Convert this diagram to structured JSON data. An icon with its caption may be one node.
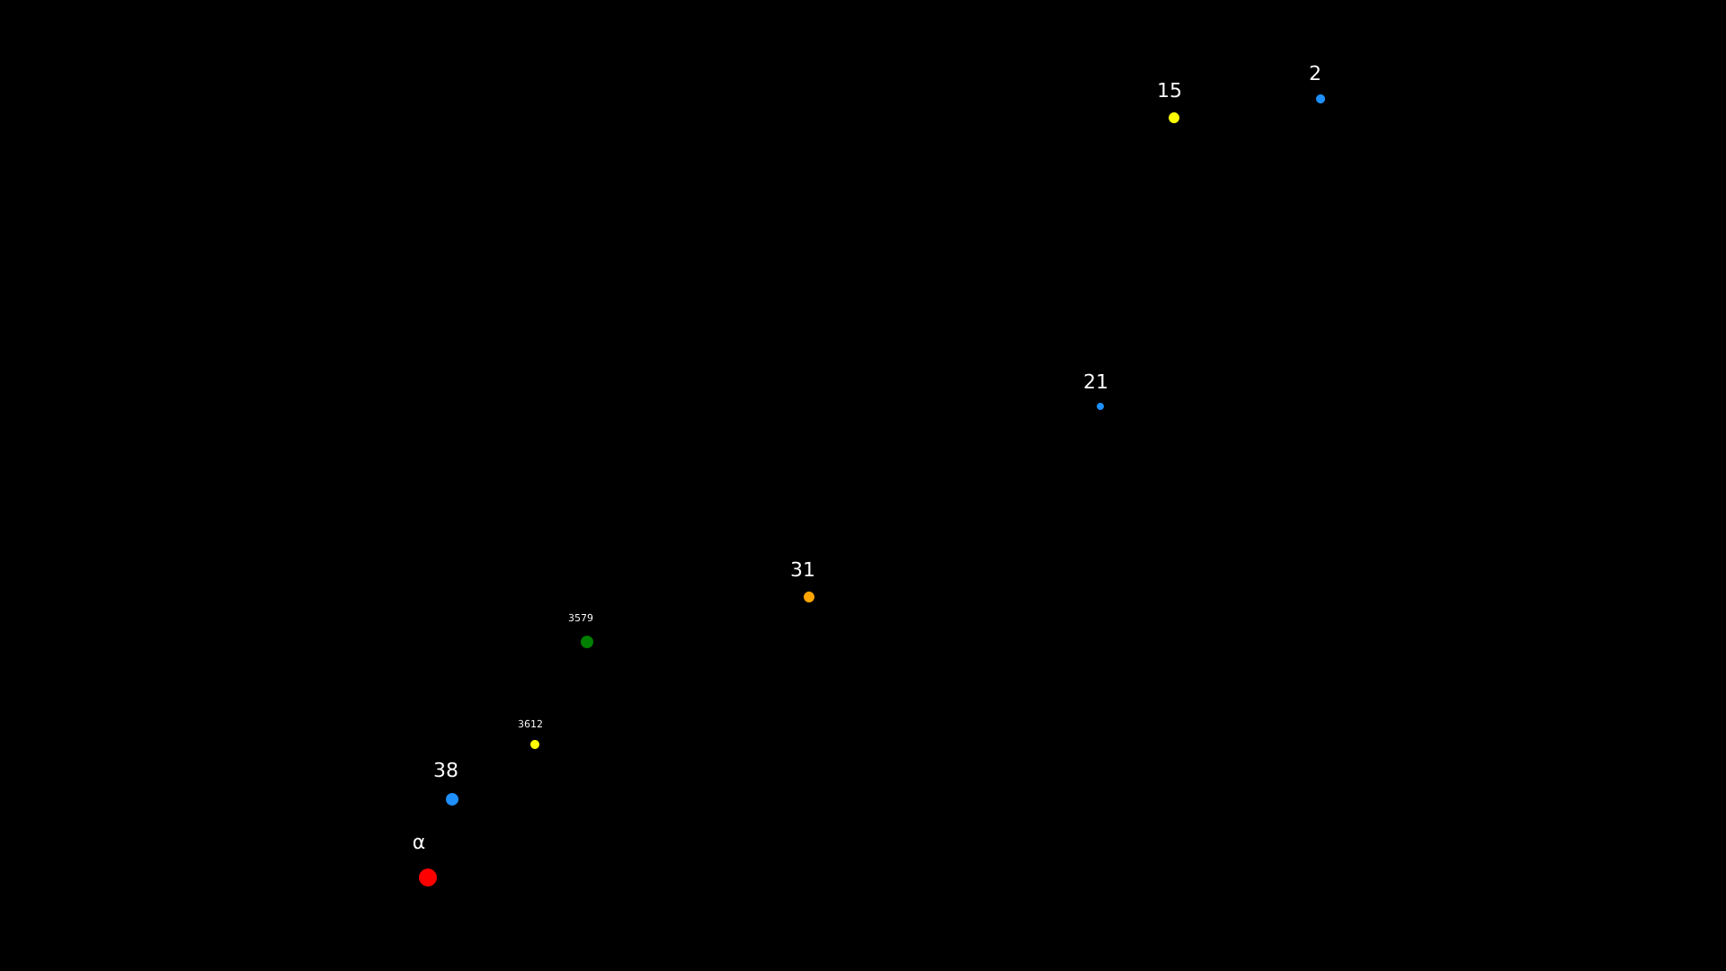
{
  "diagram": {
    "nodes": [
      {
        "text": [
          "2"
        ]
      },
      {
        "text": [
          "15"
        ]
      },
      {
        "text": [
          "21"
        ]
      },
      {
        "text": [
          "31"
        ]
      },
      {
        "text": [
          "3579"
        ]
      },
      {
        "text": [
          "3612"
        ]
      },
      {
        "text": [
          "38"
        ]
      },
      {
        "text": [
          "α"
        ]
      }
    ]
  }
}
